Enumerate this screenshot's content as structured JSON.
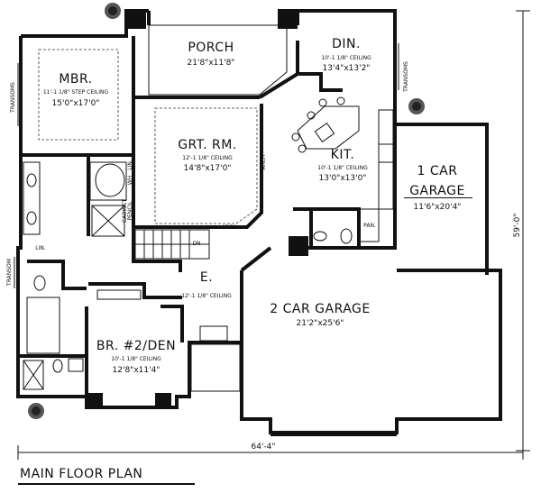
{
  "plan_title": "MAIN FLOOR PLAN",
  "rooms": {
    "porch": {
      "name": "PORCH",
      "size": "21'8\"x11'8\""
    },
    "din": {
      "name": "DIN.",
      "ceiling": "10'-1 1/8\" CEILING",
      "size": "13'4\"x13'2\""
    },
    "mbr": {
      "name": "MBR.",
      "ceiling": "11'-1 1/8\" STEP CEILING",
      "size": "15'0\"x17'0\""
    },
    "grt_rm": {
      "name": "GRT. RM.",
      "ceiling": "12'-1 1/8\" CEILING",
      "size": "14'8\"x17'0\""
    },
    "kit": {
      "name": "KIT.",
      "ceiling": "10'-1 1/8\" CEILING",
      "size": "13'0\"x13'0\""
    },
    "garage1": {
      "name_line1": "1 CAR",
      "name_line2": "GARAGE",
      "size": "11'6\"x20'4\""
    },
    "garage2": {
      "name": "2 CAR GARAGE",
      "size": "21'2\"x25'6\""
    },
    "entry": {
      "name": "E.",
      "ceiling": "12'-1 1/8\" CEILING"
    },
    "br2": {
      "name": "BR. #2/DEN",
      "ceiling": "10'-1 1/8\" CEILING",
      "size": "12'8\"x11'4\""
    }
  },
  "small_labels": {
    "pan": "PAN.",
    "lin": "LIN.",
    "dn": "DN",
    "arch_bottom": "ARCH",
    "arch_side": "ARCH",
    "transom_mbr": "TRANSOMS",
    "transom_din": "TRANSOMS",
    "transom_left": "TRANSOM",
    "cabinet": "CABINET",
    "pencil": "PENCIL",
    "wh": "WH",
    "lin_v": "LIN."
  },
  "dimensions": {
    "width": "64'-4\"",
    "depth": "59'-0\""
  },
  "colors": {
    "line": "#111111",
    "background": "#ffffff"
  }
}
